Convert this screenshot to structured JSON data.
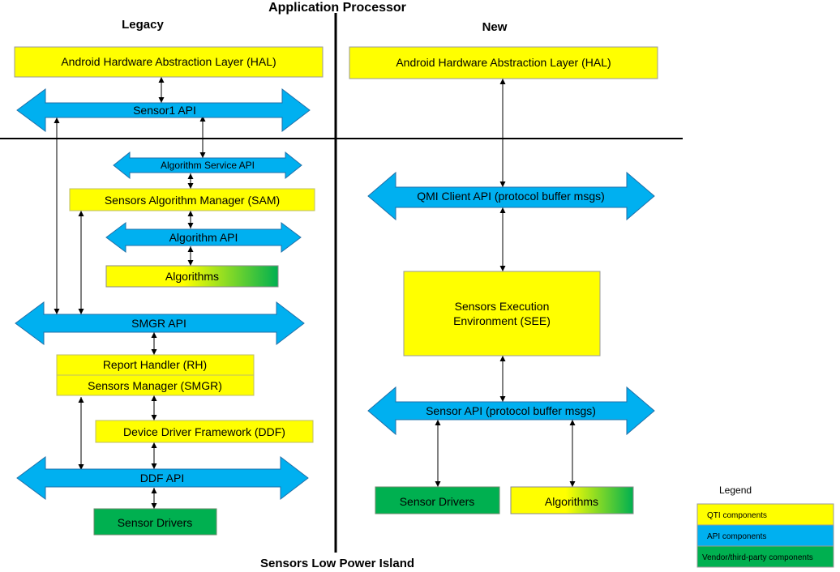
{
  "headings": {
    "top": "Application Processor",
    "bottom": "Sensors Low Power Island",
    "left_column": "Legacy",
    "right_column": "New"
  },
  "legacy": {
    "hal": "Android Hardware Abstraction Layer (HAL)",
    "sensor1_api": "Sensor1 API",
    "algorithm_service_api": "Algorithm Service API",
    "sam": "Sensors Algorithm Manager (SAM)",
    "algorithm_api": "Algorithm API",
    "algorithms": "Algorithms",
    "smgr_api": "SMGR API",
    "report_handler": "Report Handler (RH)",
    "sensors_manager": "Sensors Manager (SMGR)",
    "ddf": "Device Driver Framework (DDF)",
    "ddf_api": "DDF API",
    "sensor_drivers": "Sensor Drivers"
  },
  "new": {
    "hal": "Android Hardware Abstraction Layer (HAL)",
    "qmi_client_api": "QMI Client API (protocol buffer msgs)",
    "see_line1": "Sensors Execution",
    "see_line2": "Environment (SEE)",
    "sensor_api": "Sensor API (protocol buffer msgs)",
    "sensor_drivers": "Sensor Drivers",
    "algorithms": "Algorithms"
  },
  "legend": {
    "title": "Legend",
    "items": [
      {
        "label": "QTI components",
        "color": "#ffff00"
      },
      {
        "label": "API components",
        "color": "#00b0f0"
      },
      {
        "label": "Vendor/third-party components",
        "color": "#00b050"
      }
    ]
  },
  "colors": {
    "qti": "#ffff00",
    "api": "#00b0f0",
    "vendor": "#00b050"
  }
}
